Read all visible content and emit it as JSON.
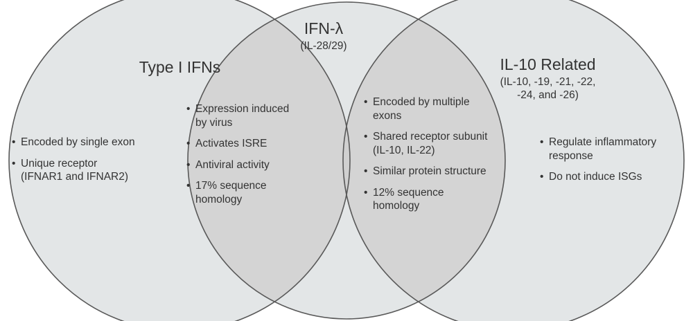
{
  "figure": {
    "type": "venn-diagram",
    "circle_count": 3,
    "colors": {
      "base_fill": "#e3e6e7",
      "overlap_fill": "#d4d4d4",
      "triple_overlap_fill": "#d4d4d4",
      "stroke": "#595959",
      "text": "#333333",
      "background": "#ffffff"
    }
  },
  "regions": {
    "left": {
      "title": "Type I IFNs",
      "subtitle": "",
      "bullets": [
        "Encoded by single exon",
        "Unique receptor\n(IFNAR1 and IFNAR2)"
      ]
    },
    "center": {
      "title": "IFN-λ",
      "subtitle": "(IL-28/29)",
      "bullets": []
    },
    "right": {
      "title": "IL-10 Related",
      "subtitle": "(IL-10, -19, -21, -22,\n-24, and -26)",
      "bullets": [
        "Regulate inflammatory\nresponse",
        "Do not induce ISGs"
      ]
    },
    "left_center_overlap": {
      "bullets": [
        "Expression induced\nby virus",
        "Activates ISRE",
        "Antiviral activity",
        "17% sequence\nhomology"
      ]
    },
    "center_right_overlap": {
      "bullets": [
        "Encoded by multiple\nexons",
        "Shared receptor subunit\n(IL-10, IL-22)",
        "Similar protein structure",
        "12% sequence\nhomology"
      ]
    }
  },
  "bullet_glyph": "•"
}
